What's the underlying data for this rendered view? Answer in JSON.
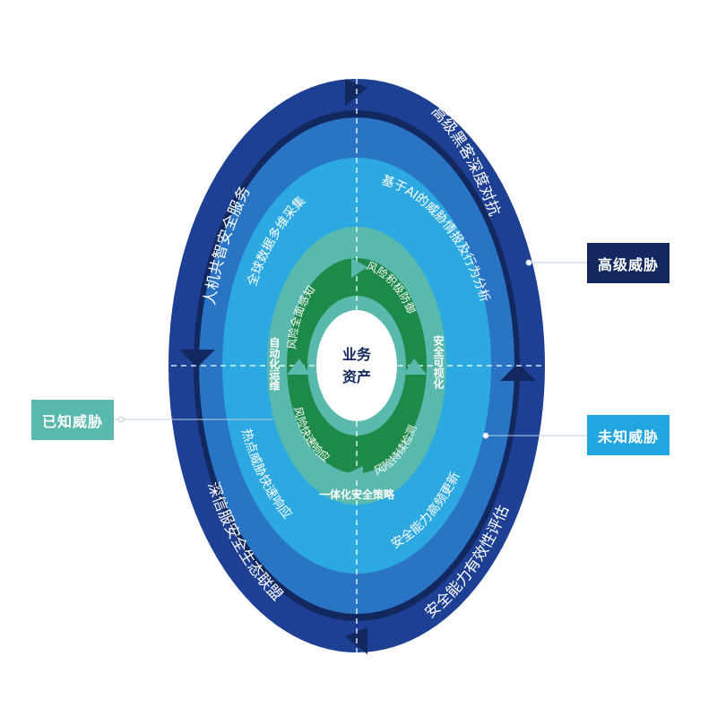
{
  "center": {
    "line1": "业务",
    "line2": "资产"
  },
  "outer_ring": {
    "top_left": "人机共智安全服务",
    "top_right": "高级黑客深度对抗",
    "bottom_left": "深信服安全生态联盟",
    "bottom_right": "安全能力有效性评估"
  },
  "middle_ring": {
    "top_left": "全球数据多维采集",
    "top_right": "基于AI的威胁情报及行为分析",
    "bottom_left": "热点威胁快速响应",
    "bottom_right": "安全能力高频更新"
  },
  "teal_ring": {
    "left": "自动化运维",
    "right": "安全可视化",
    "bottom": "一体化安全策略"
  },
  "green_ring": {
    "top_left": "风险全面感知",
    "top_right": "风险积极防御",
    "bottom_left": "风险快速响应",
    "bottom_right": "风险持续检测"
  },
  "legend": {
    "high": "高级威胁",
    "unknown": "未知威胁",
    "known": "已知威胁"
  },
  "colors": {
    "outer": "#1d3f94",
    "outer_dark": "#12285e",
    "middle": "#2a74c5",
    "light": "#2da9e1",
    "teal": "#5ab9ad",
    "green": "#1e8a4a",
    "green_light": "#3aa65c"
  }
}
